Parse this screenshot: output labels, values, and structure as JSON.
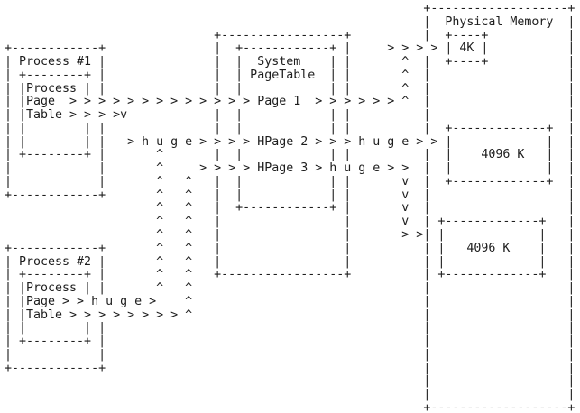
{
  "diagram": {
    "type": "ascii-art-memory-diagram",
    "colors": {
      "background": "#ffffff",
      "text": "#1d1d1d"
    },
    "boxes": [
      {
        "label": "Process #1"
      },
      {
        "label": "Process #2"
      },
      {
        "label": "System PageTable"
      },
      {
        "label": "Physical Memory"
      },
      {
        "label": "4K"
      },
      {
        "label": "4096 K"
      },
      {
        "label": "4096 K"
      }
    ],
    "entries": [
      "Page 1",
      "HPage 2",
      "HPage 3"
    ],
    "edge_words": [
      "Process",
      "Page",
      "Table",
      "huge"
    ],
    "lines": [
      "                                                          +-------------------+",
      "                                                          |  Physical Memory  |",
      "                             +-----------------+          |  +----+           |",
      "+------------+               |  +------------+ |     > > > > | 4K |           |",
      "| Process #1 |               |  |  System    | |       ^  |  +----+           |",
      "| +--------+ |               |  | PageTable  | |       ^  |                   |",
      "| |Process | |               |  |            | |       ^  |                   |",
      "| |Page  > > > > > > > > > > > > > Page 1  > > > > > > ^  |                   |",
      "| |Table > > > >v            |  |            | |          |                   |",
      "| |        | |               |  |            | |          |  +-------------+  |",
      "| |        | |   > h u g e > > > > HPage 2 > > > h u g e > > |             |  |",
      "| +--------+ |       ^       |  |            | |          |  |    4096 K   |  |",
      "|            |       ^     > > > > HPage 3 > h u g e > >  |  |             |  |",
      "|            |       ^   ^   |  |            | |       v  |  +-------------+  |",
      "+------------+       ^   ^   |  |            | |       v  |                   |",
      "                     ^   ^   |  +------------+ |       v  |                   |",
      "                     ^   ^   |                 |       v  | +-------------+   |",
      "                     ^   ^   |                 |       > >| |             |   |",
      "+------------+       ^   ^   |                 |          | |   4096 K    |   |",
      "| Process #2 |       ^   ^   |                 |          | |             |   |",
      "| +--------+ |       ^   ^   +-----------------+          | +-------------+   |",
      "| |Process | |       ^   ^                                |                   |",
      "| |Page > > h u g e >    ^                                |                   |",
      "| |Table > > > > > > > > ^                                |                   |",
      "| |        | |                                            |                   |",
      "| +--------+ |                                            |                   |",
      "|            |                                            |                   |",
      "+------------+                                            |                   |",
      "                                                          |                   |",
      "                                                          |                   |",
      "                                                          +-------------------+"
    ]
  }
}
